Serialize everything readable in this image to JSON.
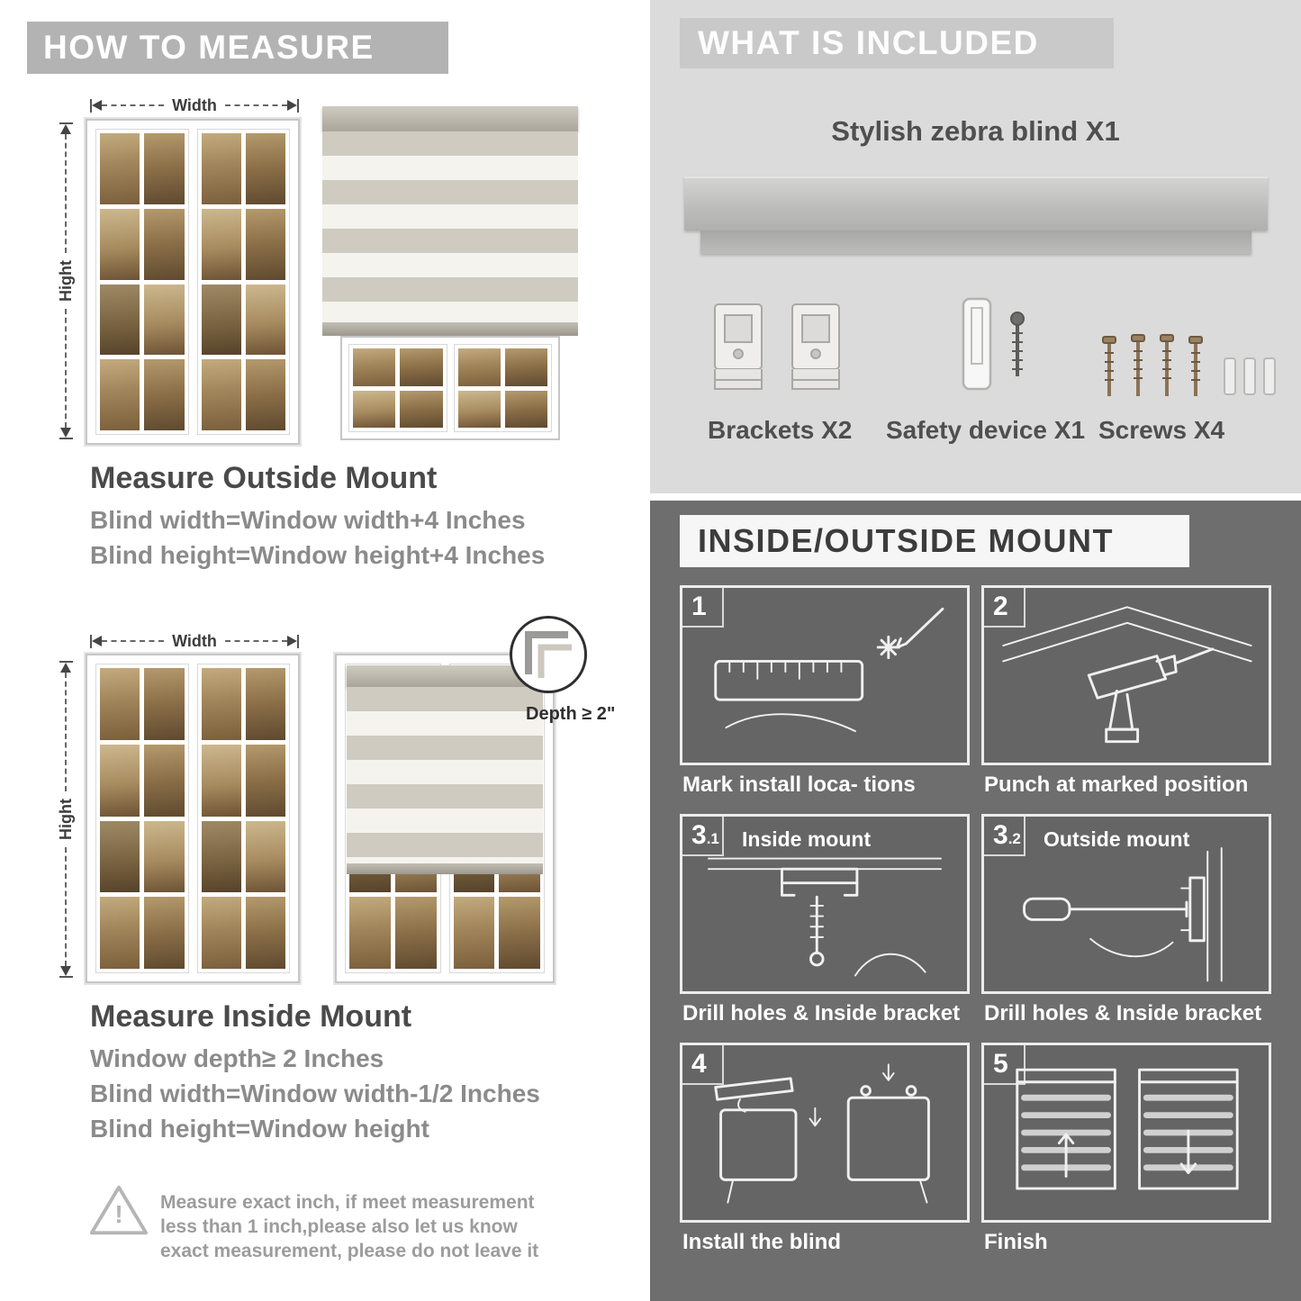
{
  "left": {
    "header": "HOW TO MEASURE",
    "outside": {
      "width_label": "Width",
      "height_label": "Hight",
      "title": "Measure Outside Mount",
      "line1": "Blind width=Window width+4 Inches",
      "line2": "Blind height=Window height+4 Inches"
    },
    "inside": {
      "width_label": "Width",
      "height_label": "Hight",
      "depth_note": "Depth ≥ 2\"",
      "title": "Measure Inside Mount",
      "line1": "Window depth≥ 2 Inches",
      "line2": "Blind width=Window width-1/2 Inches",
      "line3": "Blind height=Window height"
    },
    "warning": {
      "mark": "!",
      "text": "Measure exact inch, if meet measurement less than 1 inch,please also let us know exact measurement, please do not leave it"
    }
  },
  "included": {
    "header": "WHAT IS INCLUDED",
    "blind_title": "Stylish zebra blind X1",
    "labels": [
      "Brackets X2",
      "Safety device X1",
      "Screws X4"
    ]
  },
  "mount": {
    "header": "INSIDE/OUTSIDE MOUNT",
    "steps": [
      {
        "num": "1",
        "sub": "",
        "label": "",
        "caption": "Mark install loca- tions"
      },
      {
        "num": "2",
        "sub": "",
        "label": "",
        "caption": "Punch at  marked position"
      },
      {
        "num": "3",
        "sub": ".1",
        "label": "Inside mount",
        "caption": "Drill holes &  Inside bracket"
      },
      {
        "num": "3",
        "sub": ".2",
        "label": "Outside mount",
        "caption": "Drill holes &  Inside bracket"
      },
      {
        "num": "4",
        "sub": "",
        "label": "",
        "caption": "Install the blind"
      },
      {
        "num": "5",
        "sub": "",
        "label": "",
        "caption": "Finish"
      }
    ]
  },
  "colors": {
    "banner_gray": "#b3b3b3",
    "included_bg": "#dbdbdb",
    "mount_bg": "#6e6e6e",
    "heading_dark": "#4a4a4a",
    "body_gray": "#8b8b8b"
  }
}
